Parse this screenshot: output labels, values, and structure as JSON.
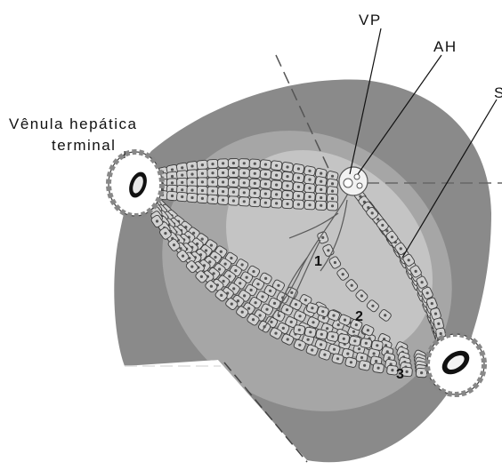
{
  "labels": {
    "vp": "VP",
    "ah": "AH",
    "s": "S",
    "venula_line1": "Vênula hepática",
    "venula_line2": "terminal",
    "zone1": "1",
    "zone2": "2",
    "zone3": "3"
  },
  "colors": {
    "outer_zone": "#8a8a8a",
    "middle_zone": "#a9a9a9",
    "inner_zone": "#c7c7c7",
    "cell_fill": "#d2d2d2",
    "cell_stroke": "#3a3a3a"
  }
}
